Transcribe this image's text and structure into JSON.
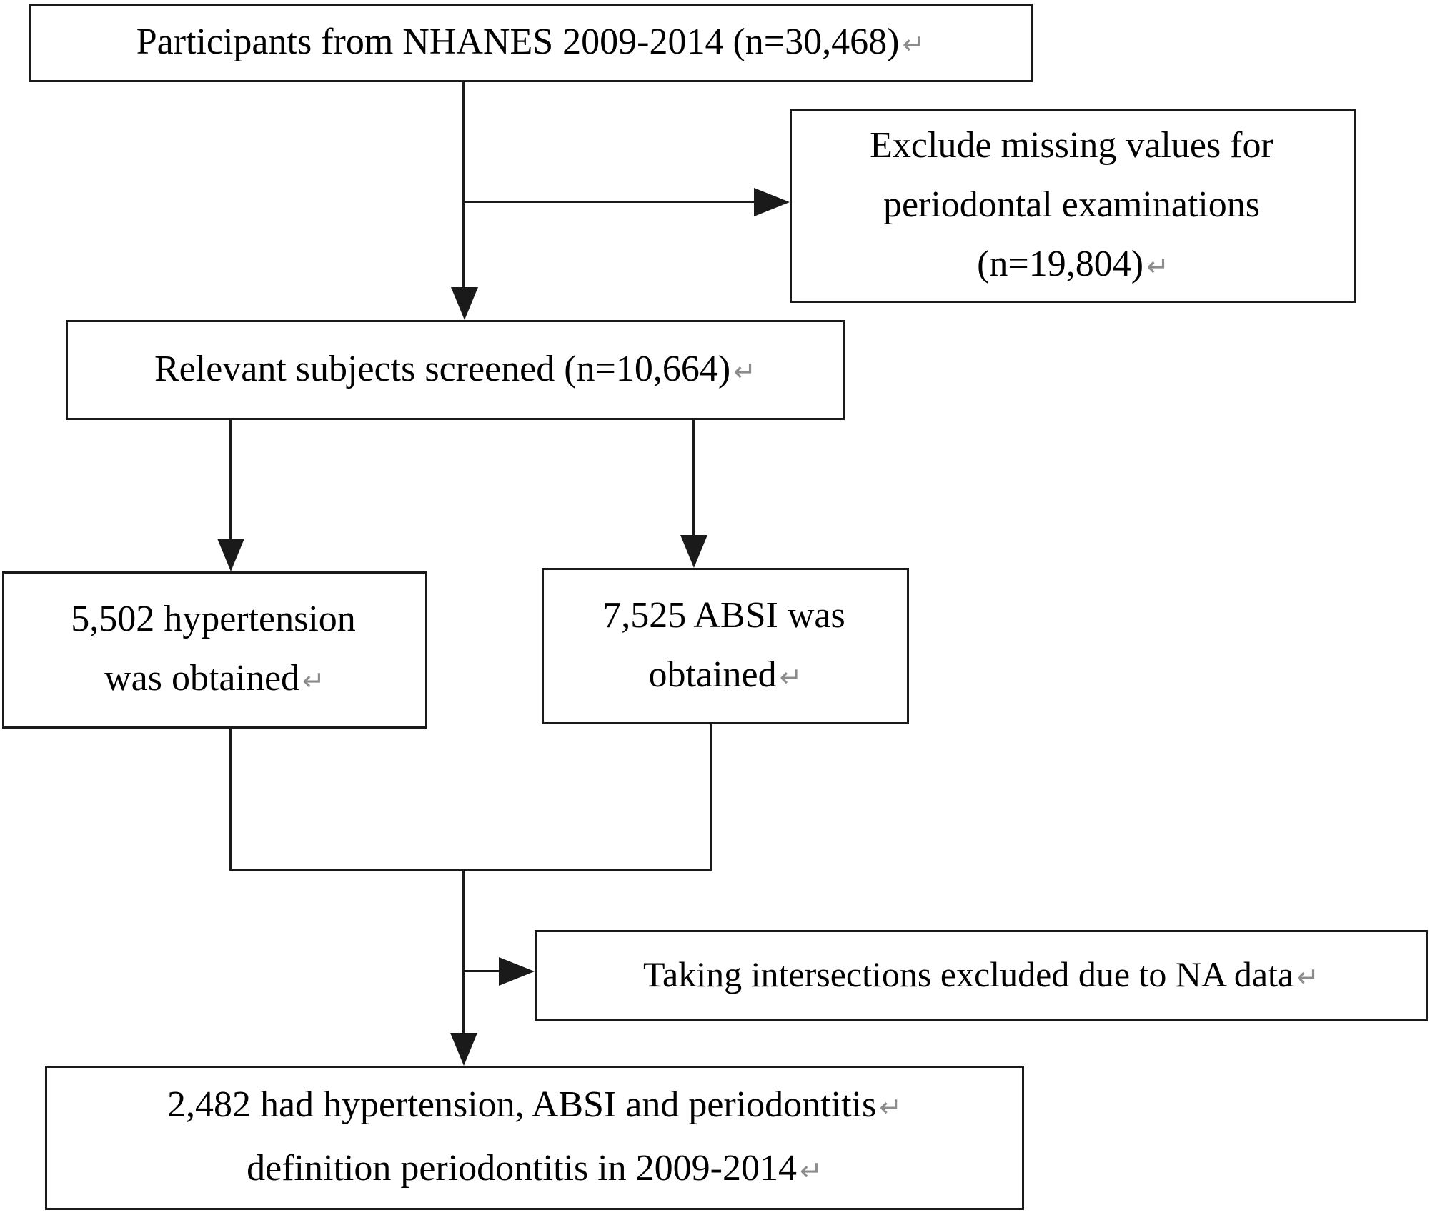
{
  "colors": {
    "line": "#1a1a1a",
    "text": "#000000",
    "mark": "#8c8c8c",
    "bg": "#ffffff"
  },
  "boxes": {
    "participants": {
      "lines": [
        {
          "text": "Participants from NHANES 2009-2014 (n=30,468)",
          "mark": "↵"
        }
      ]
    },
    "exclude_missing": {
      "lines": [
        {
          "text": "Exclude missing values for",
          "mark": ""
        },
        {
          "text": "periodontal examinations",
          "mark": ""
        },
        {
          "text": "(n=19,804)",
          "mark": "↵"
        }
      ]
    },
    "relevant_screened": {
      "lines": [
        {
          "text": "Relevant subjects screened (n=10,664)",
          "mark": "↵"
        }
      ]
    },
    "hypertension": {
      "lines": [
        {
          "text": "5,502 hypertension",
          "mark": ""
        },
        {
          "text": "was obtained",
          "mark": "↵"
        }
      ]
    },
    "absi": {
      "lines": [
        {
          "text": "7,525 ABSI was",
          "mark": ""
        },
        {
          "text": "obtained",
          "mark": "↵"
        }
      ]
    },
    "intersections": {
      "lines": [
        {
          "text": "Taking intersections excluded due to NA data",
          "mark": "↵"
        }
      ]
    },
    "final": {
      "lines": [
        {
          "text": "2,482 had hypertension, ABSI and periodontitis",
          "mark": "↵"
        },
        {
          "text": "definition periodontitis in 2009-2014",
          "mark": "↵"
        }
      ]
    }
  }
}
